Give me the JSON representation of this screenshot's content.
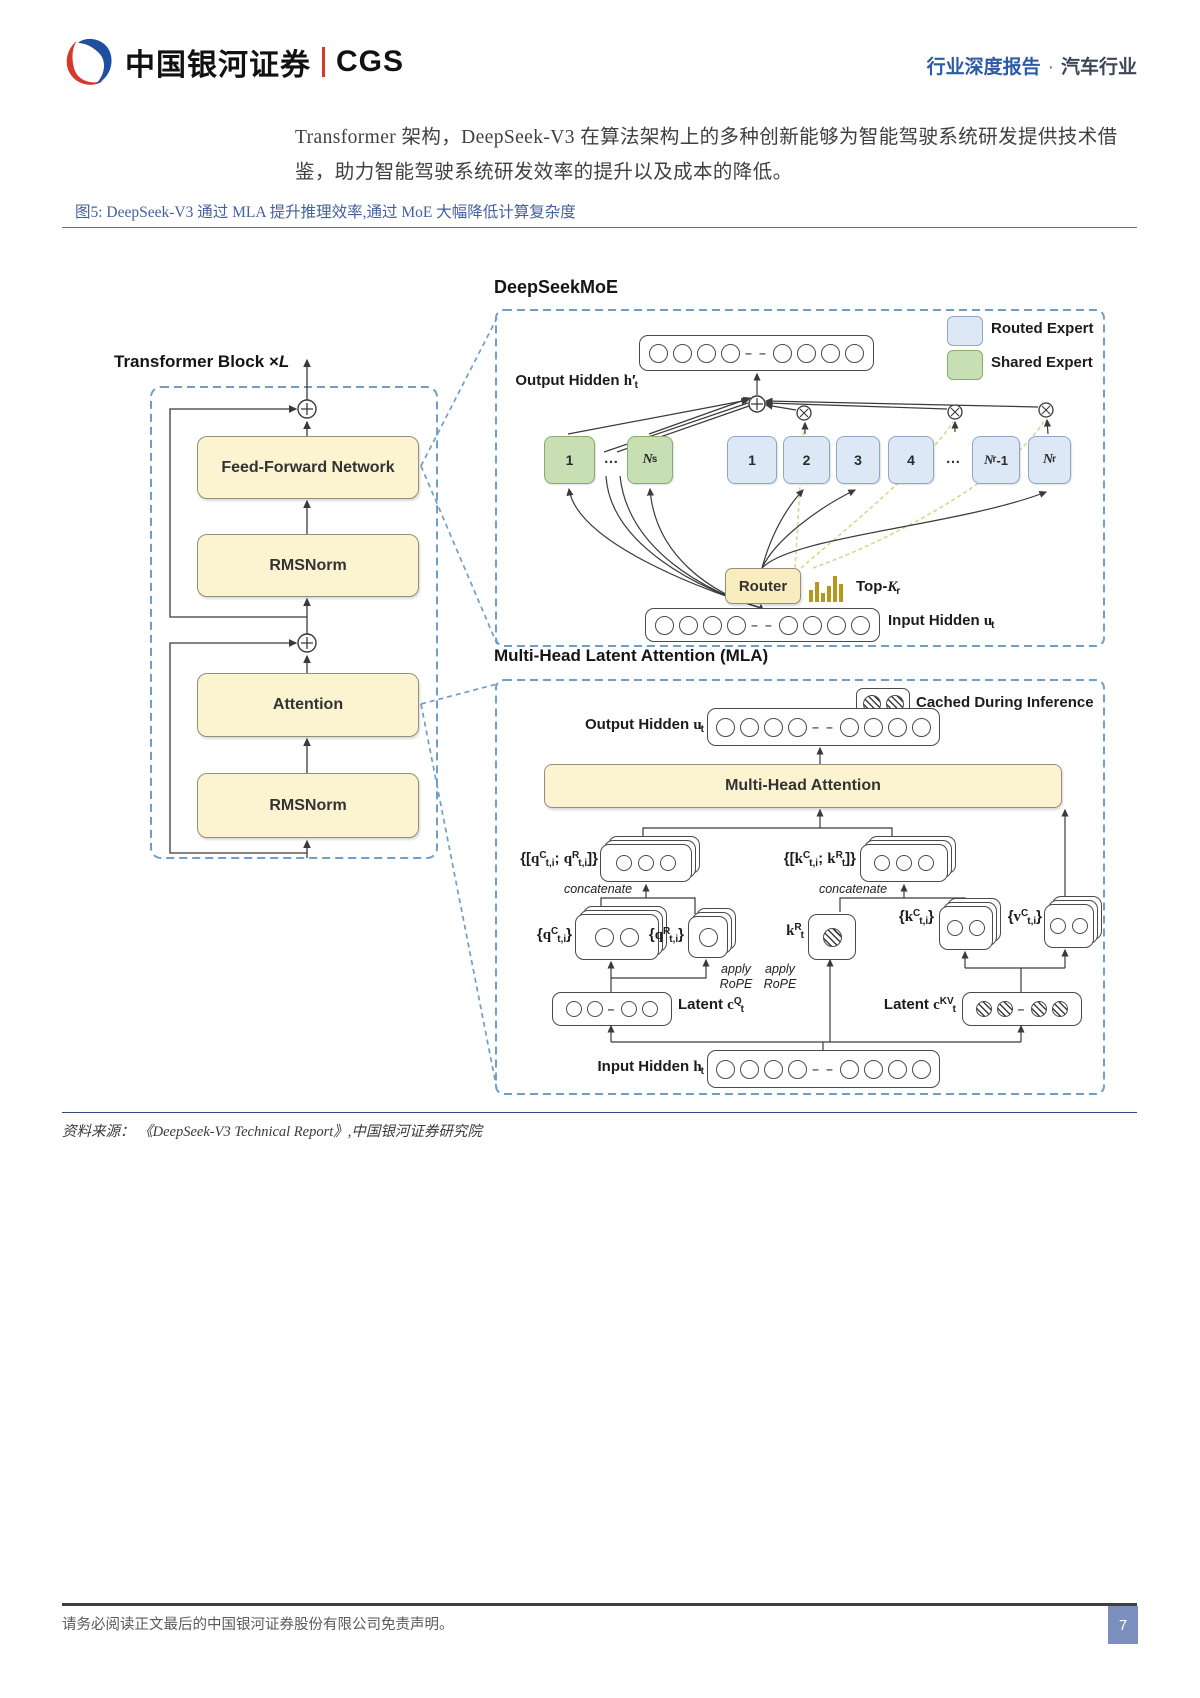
{
  "header": {
    "brand_cn": "中国银河证券",
    "brand_en": "CGS",
    "report_type": "行业深度报告",
    "dot": "·",
    "industry": "汽车行业"
  },
  "body": {
    "line1": "Transformer 架构，DeepSeek-V3 在算法架构上的多种创新能够为智能驾驶系统研发提供技术借",
    "line2": "鉴，助力智能驾驶系统研发效率的提升以及成本的降低。"
  },
  "figure": {
    "caption": "图5:  DeepSeek-V3 通过 MLA 提升推理效率,通过 MoE 大幅降低计算复杂度",
    "source": "资料来源：  《DeepSeek-V3 Technical Report》,中国银河证券研究院"
  },
  "diagram": {
    "transformer": {
      "title_html": "Transformer Block ×<i>L</i>",
      "ffn": "Feed-Forward Network",
      "rmsnorm_top": "RMSNorm",
      "attention": "Attention",
      "rmsnorm_bottom": "RMSNorm"
    },
    "moe": {
      "title": "DeepSeekMoE",
      "output_hidden_html": "Output Hidden <b>h</b>′<sub>t</sub>",
      "input_hidden_html": "Input Hidden <b>u</b><sub>t</sub>",
      "router": "Router",
      "topk_html": "Top-<i>K</i><sub>r</sub>",
      "shared_expert_1": "1",
      "shared_dots": "…",
      "shared_expert_n_html": "<i>N</i><sub>s</sub>",
      "routed_expert_1": "1",
      "routed_expert_2": "2",
      "routed_expert_3": "3",
      "routed_expert_4": "4",
      "routed_dots": "…",
      "routed_expert_n1_html": "<i>N</i><sub>r</sub>-1",
      "routed_expert_n_html": "<i>N</i><sub>r</sub>",
      "legend_routed": "Routed Expert",
      "legend_shared": "Shared Expert"
    },
    "mla": {
      "title": "Multi-Head Latent Attention (MLA)",
      "cached_legend": "Cached During Inference",
      "output_hidden_html": "Output Hidden <b>u</b><sub>t</sub>",
      "input_hidden_html": "Input Hidden <b>h</b><sub>t</sub>",
      "mha": "Multi-Head Attention",
      "q_concat_html": "{[<b>q</b><sup>C</sup><sub>t,i</sub>; <b>q</b><sup>R</sup><sub>t,i</sub>]}",
      "k_concat_html": "{[<b>k</b><sup>C</sup><sub>t,i</sub>; <b>k</b><sup>R</sup><sub>t</sub>]}",
      "concatenate": "concatenate",
      "q_c_html": "{<b>q</b><sup>C</sup><sub>t,i</sub>}",
      "q_r_html": "{<b>q</b><sup>R</sup><sub>t,i</sub>}",
      "k_r_html": "<b>k</b><sup>R</sup><sub>t</sub>",
      "k_c_html": "{<b>k</b><sup>C</sup><sub>t,i</sub>}",
      "v_c_html": "{<b>v</b><sup>C</sup><sub>t,i</sub>}",
      "apply_rope_html": "apply<br>RoPE",
      "latent_q_html": "Latent <b>c</b><sup>Q</sup><sub>t</sub>",
      "latent_kv_html": "Latent <b>c</b><sup>KV</sup><sub>t</sub>"
    }
  },
  "footer": {
    "disclaimer": "请务必阅读正文最后的中国银河证券股份有限公司免责声明。",
    "page_number": "7"
  },
  "colors": {
    "accent_blue": "#2b5aa6",
    "caption_blue": "#44609e",
    "dashed_border": "#6f9fc6",
    "block_yellow": "#fcf3d0",
    "expert_green": "#c8dfb4",
    "expert_blue": "#dce8f5",
    "gate_dash_yellow": "#ddd490",
    "bars_olive": "#b6981f",
    "page_badge_blue": "#7b8fbe",
    "logo_red": "#d6382c",
    "logo_blue": "#1e4fa0"
  }
}
